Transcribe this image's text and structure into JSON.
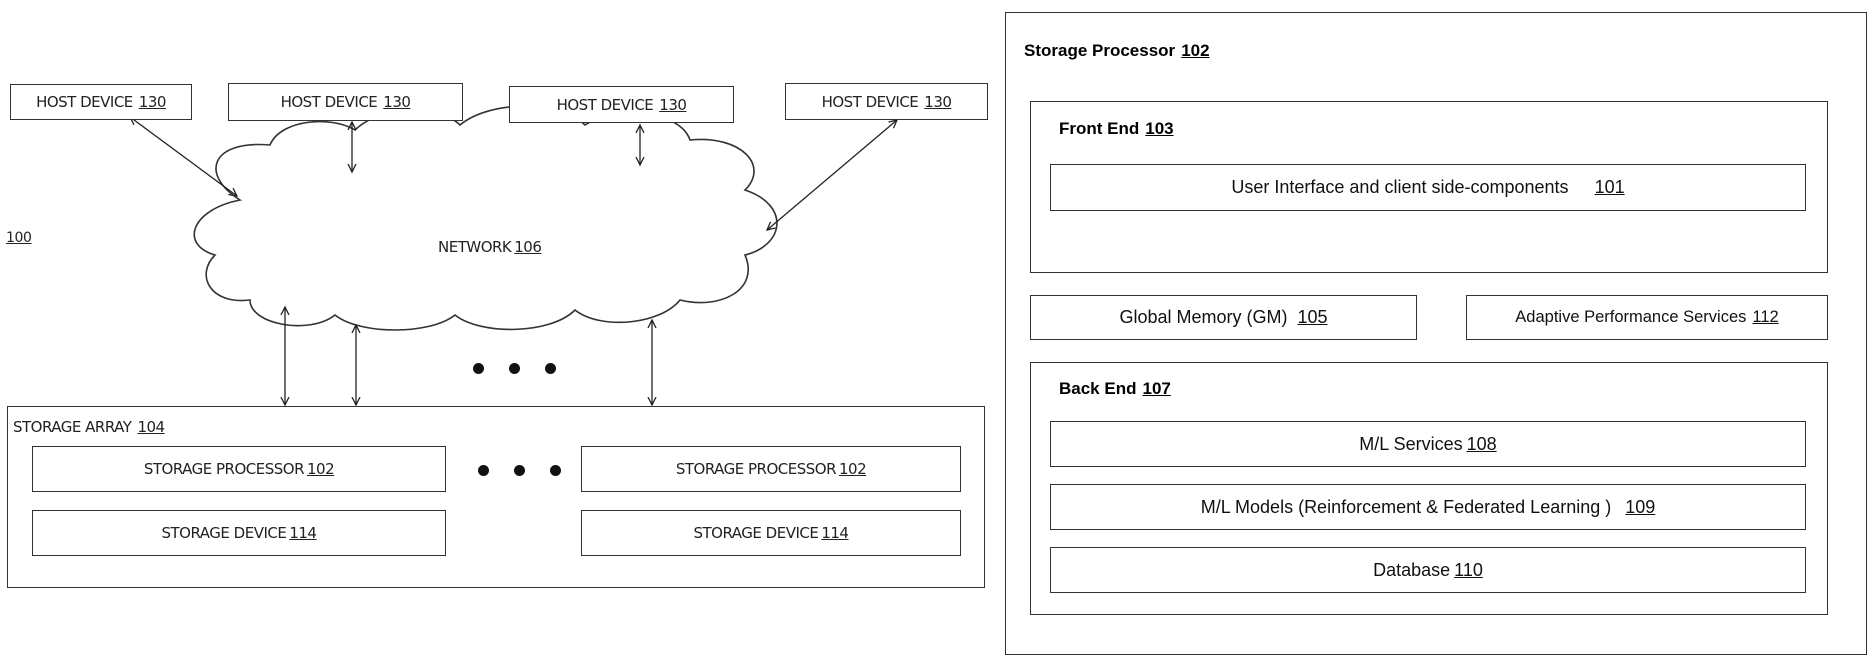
{
  "left_diagram": {
    "figure_ref": "100",
    "host_devices": [
      {
        "label": "HOST DEVICE",
        "ref": "130"
      },
      {
        "label": "HOST DEVICE",
        "ref": "130"
      },
      {
        "label": "HOST DEVICE",
        "ref": "130"
      },
      {
        "label": "HOST DEVICE",
        "ref": "130"
      }
    ],
    "network": {
      "label": "NETWORK",
      "ref": "106"
    },
    "storage_array": {
      "label": "STORAGE ARRAY",
      "ref": "104",
      "processors": [
        {
          "label": "STORAGE PROCESSOR",
          "ref": "102"
        },
        {
          "label": "STORAGE PROCESSOR",
          "ref": "102"
        }
      ],
      "devices": [
        {
          "label": "STORAGE DEVICE",
          "ref": "114"
        },
        {
          "label": "STORAGE DEVICE",
          "ref": "114"
        }
      ]
    }
  },
  "right_diagram": {
    "title": "Storage Processor",
    "title_ref": "102",
    "front_end": {
      "label": "Front End",
      "ref": "103",
      "ui_component": {
        "label": "User Interface and client side-components",
        "ref": "101"
      }
    },
    "global_memory": {
      "label": "Global Memory (GM)",
      "ref": "105"
    },
    "adaptive_services": {
      "label": "Adaptive Performance Services",
      "ref": "112"
    },
    "back_end": {
      "label": "Back End",
      "ref": "107",
      "ml_services": {
        "label": "M/L Services",
        "ref": "108"
      },
      "ml_models": {
        "label": "M/L Models (Reinforcement & Federated Learning )",
        "ref": "109"
      },
      "database": {
        "label": "Database",
        "ref": "110"
      }
    }
  }
}
